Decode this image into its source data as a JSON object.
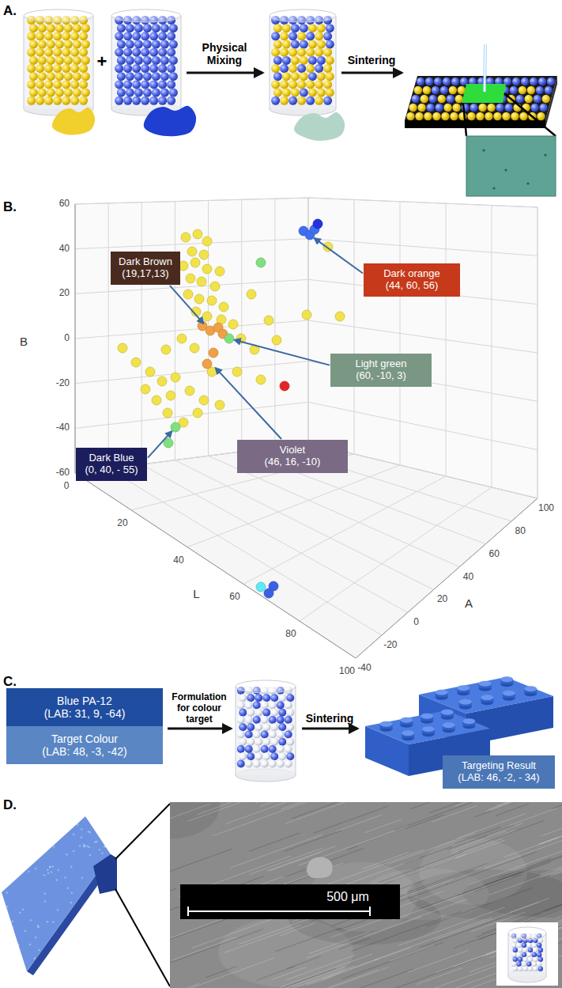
{
  "diagram": {
    "nodes": [
      {
        "text": [
          "Dark Brown",
          "(19,17,13)"
        ]
      },
      {
        "text": [
          "Dark orange",
          "(44, 60, 56)"
        ]
      },
      {
        "text": [
          "Light green",
          "(60, -10, 3)"
        ]
      },
      {
        "text": [
          "Violet",
          "(46, 16, -10)"
        ]
      },
      {
        "text": [
          "Dark Blue",
          "(0, 40, - 55)"
        ]
      },
      {
        "text": [
          "Blue PA-12",
          "(LAB: 31, 9, -64)"
        ]
      },
      {
        "text": [
          "Target Colour",
          "(LAB: 48, -3, -42)"
        ]
      },
      {
        "text": [
          "Targeting Result",
          "(LAB: 46, -2, - 34)"
        ]
      }
    ],
    "labels": [
      "A.",
      "+",
      "Physical Mixing",
      "Sintering",
      "B.",
      "60",
      "40",
      "20",
      "0",
      "-20",
      "-40",
      "-60",
      "B",
      "0",
      "20",
      "40",
      "60",
      "80",
      "100",
      "L",
      "-40",
      "-20",
      "0",
      "20",
      "40",
      "60",
      "80",
      "100",
      "A",
      "C.",
      "Formulation for colour target",
      "Sintering",
      "D.",
      "500 μm"
    ]
  }
}
